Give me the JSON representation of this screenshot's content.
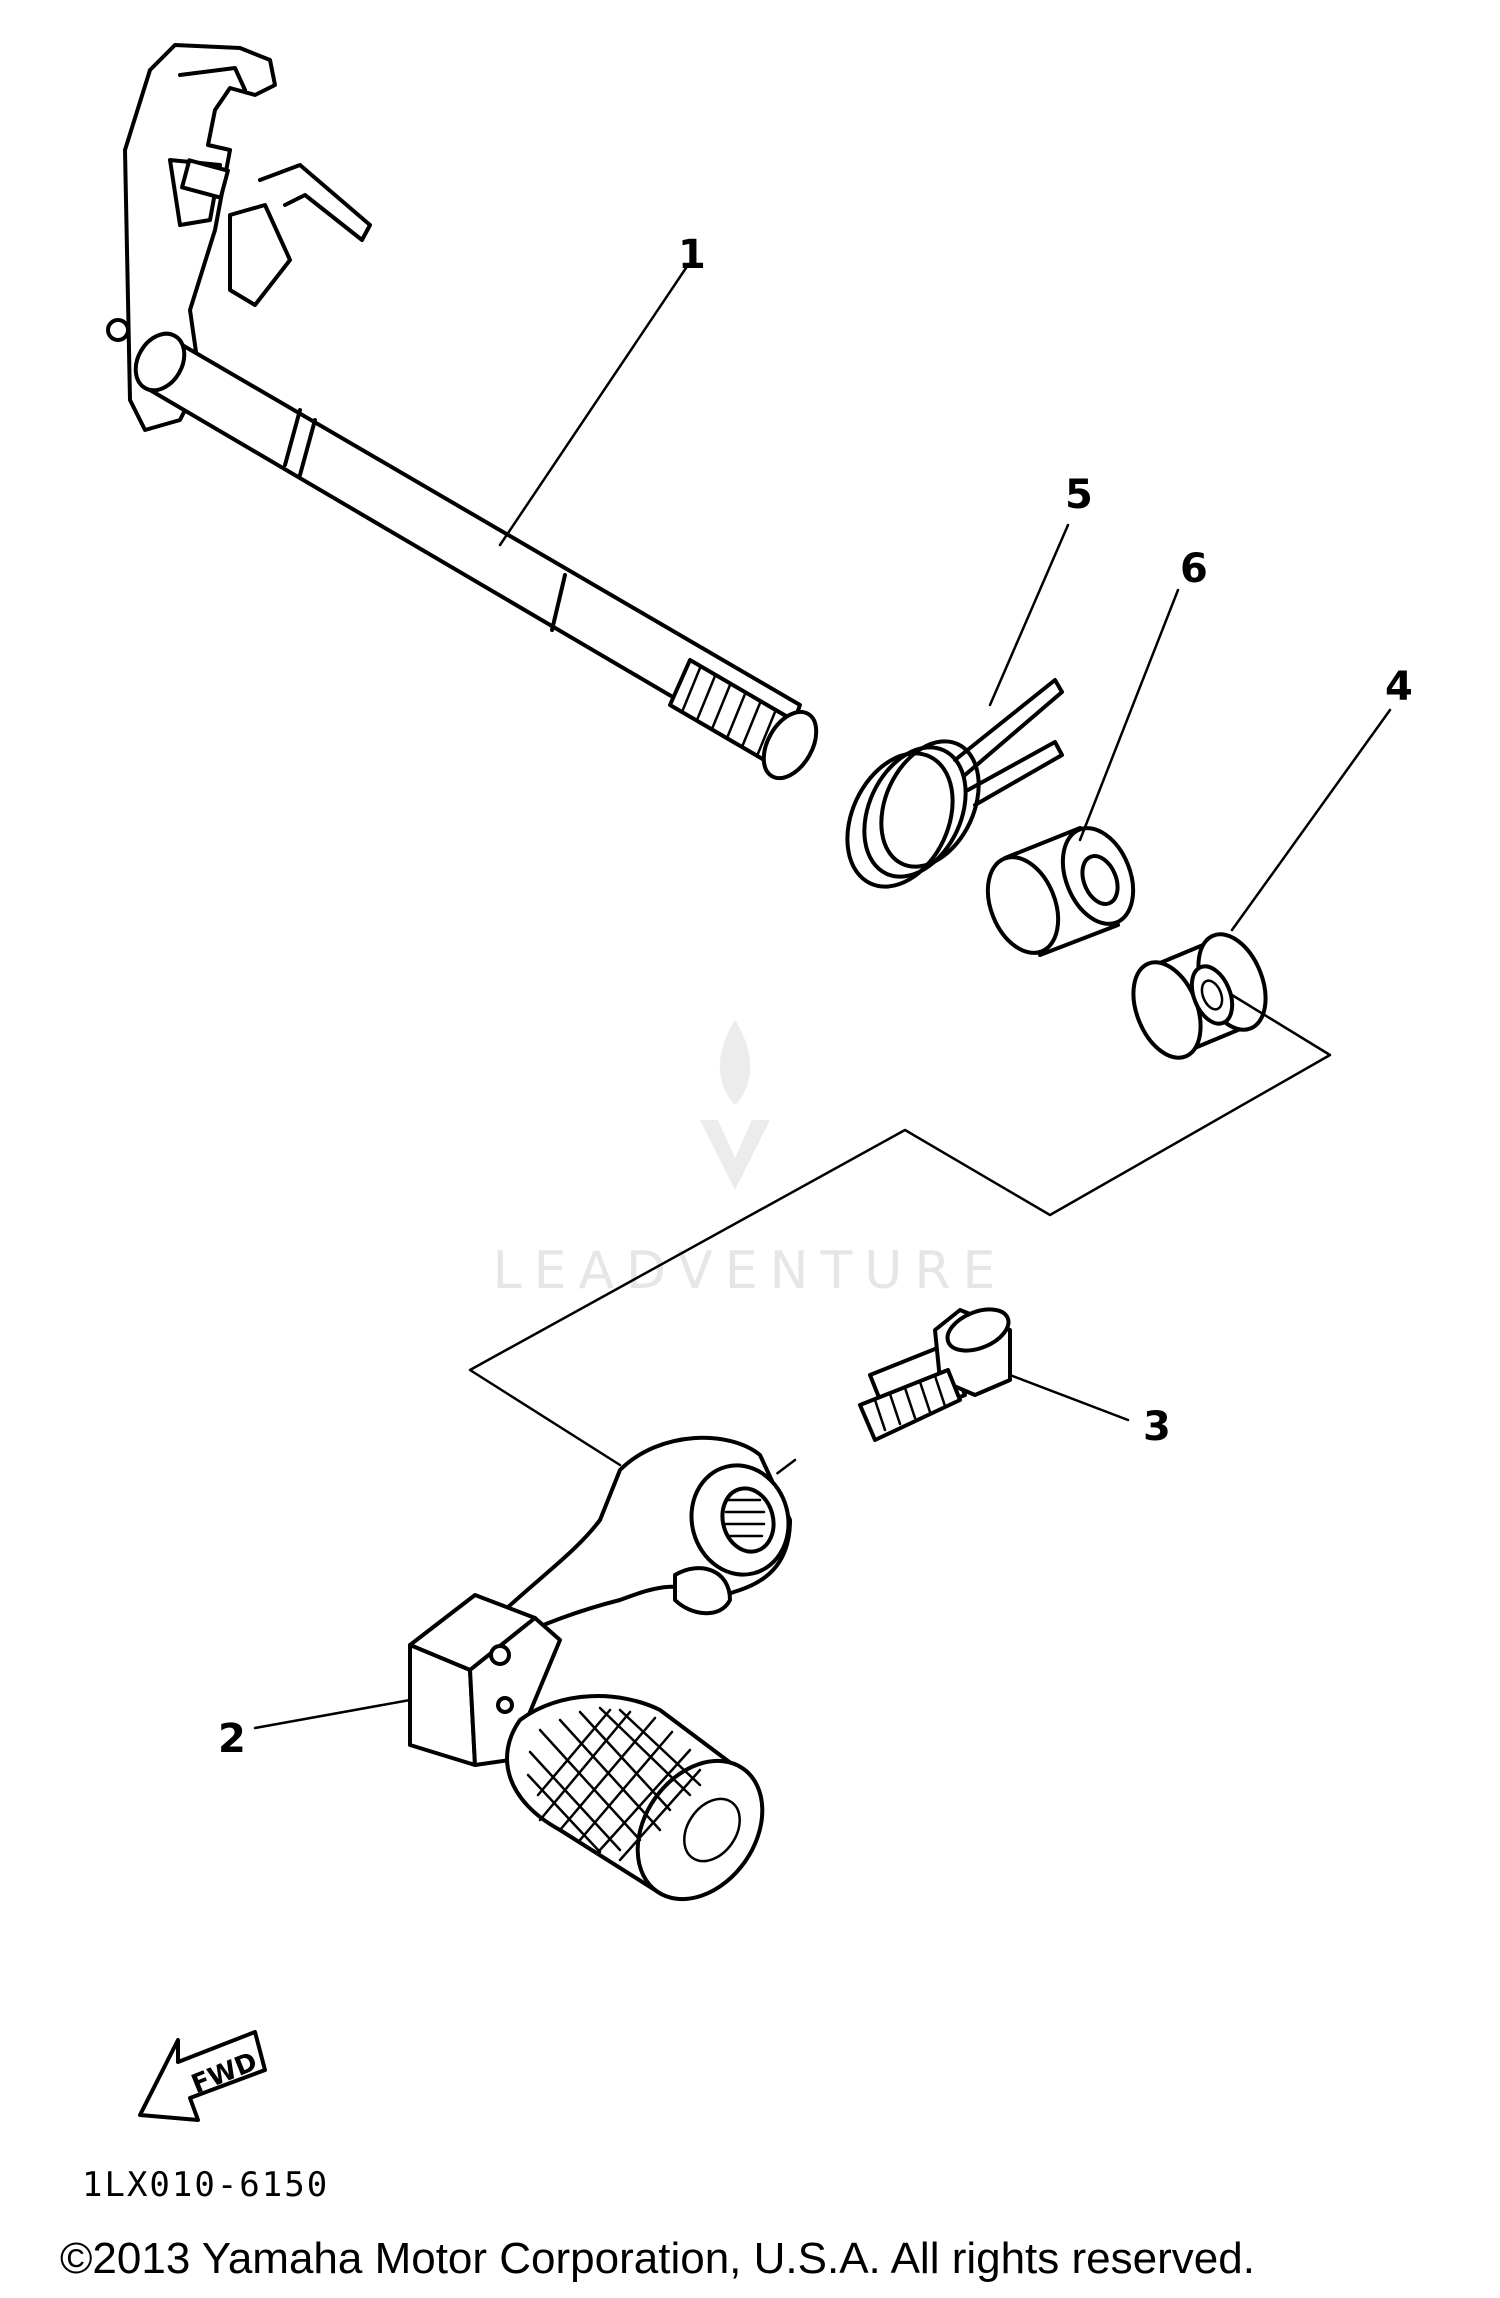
{
  "callouts": {
    "c1": "1",
    "c2": "2",
    "c3": "3",
    "c4": "4",
    "c5": "5",
    "c6": "6"
  },
  "fwd_label": "FWD",
  "diagram_code": "1LX010-6150",
  "watermark": "LEADVENTURE",
  "copyright": "©2013 Yamaha Motor Corporation, U.S.A. All rights reserved.",
  "colors": {
    "line": "#000000",
    "background": "#ffffff",
    "watermark": "#e6e6e6"
  }
}
